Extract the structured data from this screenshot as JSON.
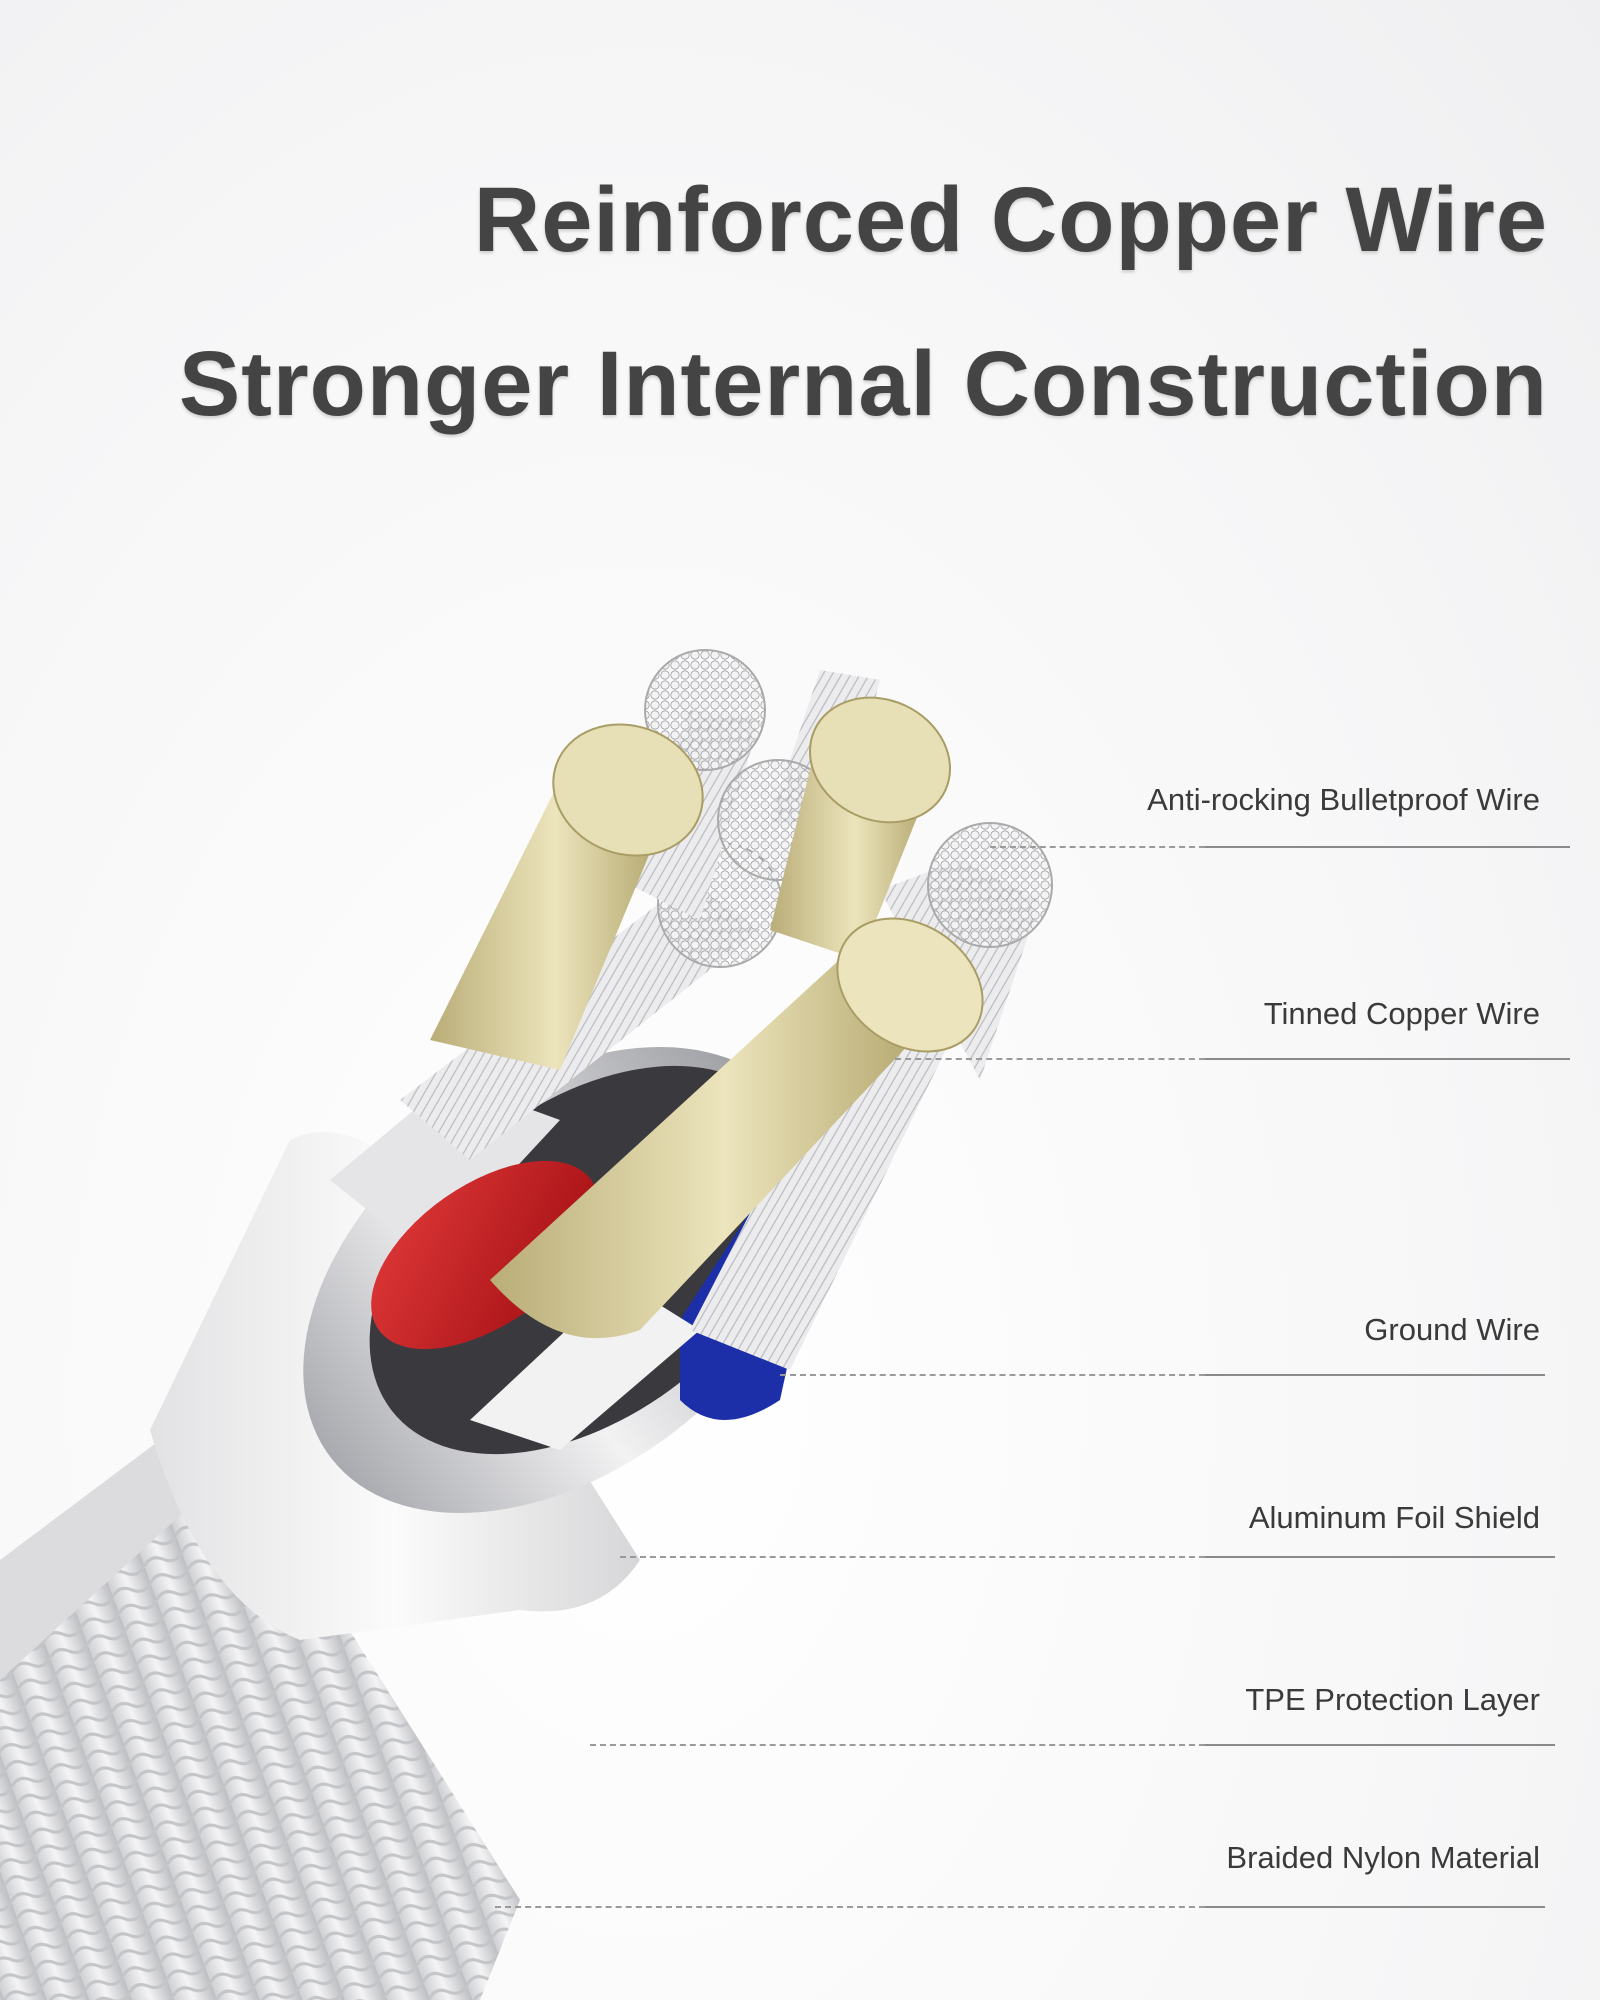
{
  "headline": {
    "line1": "Reinforced Copper Wire",
    "line2": "Stronger Internal Construction"
  },
  "labels": [
    "Anti-rocking Bulletproof Wire",
    "Tinned Copper Wire",
    "Ground Wire",
    "Aluminum Foil Shield",
    "TPE Protection Layer",
    "Braided Nylon Material"
  ],
  "colors": {
    "background": "#f5f5f6",
    "headline_text": "#444444",
    "label_text": "#3a3a3a",
    "gold_wire": "#d9cf9c",
    "red_insulation": "#c8141a",
    "blue_insulation": "#1c2fa8",
    "silver_shield": "#d8d8dc"
  }
}
